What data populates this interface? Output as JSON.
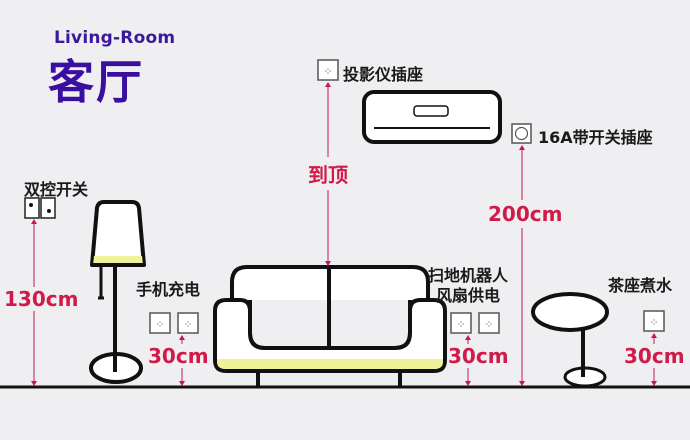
{
  "header": {
    "title_en": "Living-Room",
    "title_cn": "客厅"
  },
  "colors": {
    "title": "#3a0fa0",
    "measure": "#d11a4a",
    "line": "#111111",
    "cushion": "#f0f29a",
    "background": "#efeff1"
  },
  "labels": {
    "switch": "双控开关",
    "phone_charge": "手机充电",
    "projector": "投影仪插座",
    "ac_socket": "16A带开关插座",
    "robot_fan_line1": "扫地机器人",
    "robot_fan_line2": "风扇供电",
    "tea": "茶座煮水"
  },
  "measurements": {
    "switch_height": "130cm",
    "phone_height": "30cm",
    "projector_height": "到顶",
    "ac_height": "200cm",
    "robot_height": "30cm",
    "tea_height": "30cm"
  },
  "icons": [
    "double-switch-icon",
    "socket-icon",
    "ac-unit-icon",
    "floor-lamp-icon",
    "sofa-icon",
    "tea-table-icon"
  ]
}
